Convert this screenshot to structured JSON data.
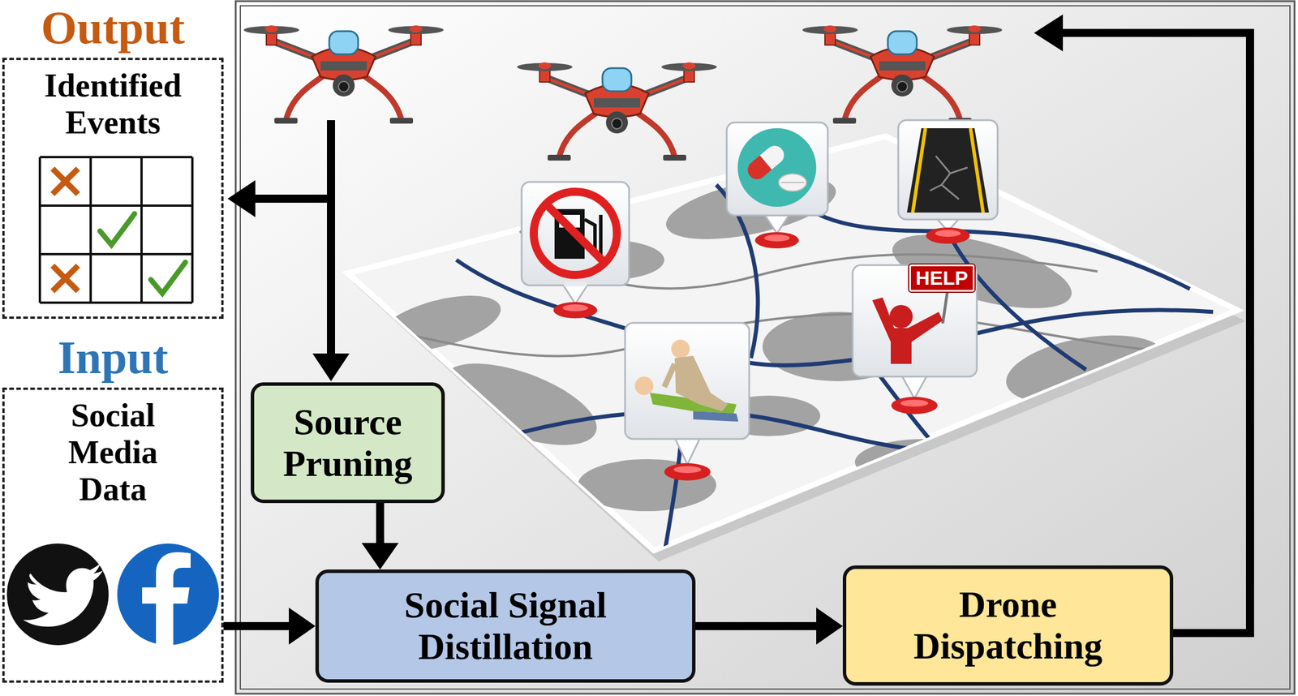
{
  "diagram": {
    "nodes": [
      {
        "text": [
          "Output",
          "Identified Events"
        ]
      },
      {
        "text": [
          "Input",
          "Social Media Data"
        ]
      },
      {
        "text": [
          "Source Pruning"
        ]
      },
      {
        "text": [
          "Social Signal Distillation"
        ]
      },
      {
        "text": [
          "Drone Dispatching"
        ]
      }
    ],
    "edges": [
      {
        "from": 1,
        "to": 3,
        "arrow": "to"
      },
      {
        "from": 2,
        "to": 3,
        "arrow": "to"
      },
      {
        "from": 3,
        "to": 4,
        "arrow": "to"
      }
    ],
    "labels": [
      "HELP"
    ]
  }
}
